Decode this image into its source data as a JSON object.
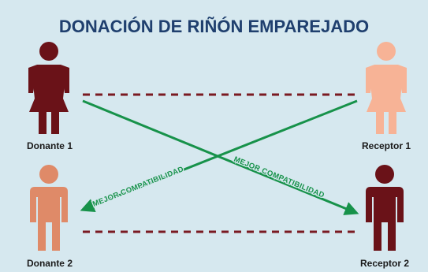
{
  "title": "DONACIÓN DE RIÑÓN EMPAREJADO",
  "people": {
    "donor1": {
      "label": "Donante 1",
      "figure": "female-figure-icon"
    },
    "recipient1": {
      "label": "Receptor 1",
      "figure": "female-figure-icon"
    },
    "donor2": {
      "label": "Donante 2",
      "figure": "male-figure-icon"
    },
    "recipient2": {
      "label": "Receptor 2",
      "figure": "male-figure-icon"
    }
  },
  "arrows": {
    "label_up": "MEJOR COMPATIBILIDAD",
    "label_down": "MEJOR COMPATIBILIDAD"
  },
  "colors": {
    "background": "#d6e8ef",
    "title": "#1f3f6e",
    "donor1": "#6a1218",
    "recipient1": "#f7b396",
    "donor2": "#df8a68",
    "recipient2": "#6a1218",
    "arrow": "#17924a",
    "dashed_line": "#7a1a22"
  }
}
